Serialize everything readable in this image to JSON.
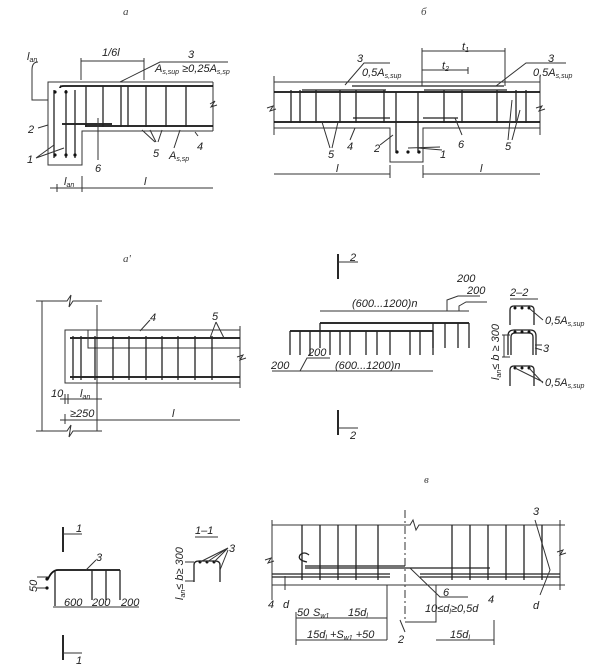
{
  "panels": {
    "a": {
      "title": "а",
      "l_an_top": {
        "main": "l",
        "sub": "an"
      },
      "l_an_bottom": {
        "main": "l",
        "sub": "an"
      },
      "one_sixth_l": "1/6l",
      "pos3": "3",
      "as_sup_note": {
        "a1": "A",
        "s1": "s,sup",
        "mid": " ≥0,25A",
        "s2": "s,sp"
      },
      "pos2": "2",
      "pos1": "1",
      "pos6": "6",
      "pos5": "5",
      "as_sp": {
        "main": "A",
        "sub": "s,sp"
      },
      "pos4": "4",
      "span_l": "l"
    },
    "b": {
      "title": "б",
      "t1": {
        "main": "t",
        "sub": "1"
      },
      "t2": {
        "main": "t",
        "sub": "2"
      },
      "pos3_left": "3",
      "pos3_right": "3",
      "half_as_left": {
        "main": "0,5A",
        "sub": "s,sup"
      },
      "half_as_right": {
        "main": "0,5A",
        "sub": "s,sup"
      },
      "pos5_left": "5",
      "pos5_right": "5",
      "pos4": "4",
      "pos2": "2",
      "pos1": "1",
      "pos6": "6",
      "span_left": "l",
      "span_right": "l"
    },
    "a_prime": {
      "title": "а'",
      "pos4": "4",
      "pos5": "5",
      "dim10": "10",
      "l_an": {
        "main": "l",
        "sub": "an"
      },
      "dim250": "≥250",
      "span_l": "l"
    },
    "section2": {
      "marker_top": "2",
      "marker_bottom": "2",
      "dim_top": "(600...1200)n",
      "dim_200_a": "200",
      "dim_200_b": "200",
      "dim_200_c": "200",
      "dim_200_d": "200",
      "dim_bottom": "(600...1200)n",
      "section_title": "2–2",
      "half_as_top": {
        "main": "0,5A",
        "sub": "s,sup"
      },
      "pos3": "3",
      "half_as_bottom": {
        "main": "0,5A",
        "sub": "s,sup"
      },
      "height_note": {
        "main": "l",
        "sub": "an",
        "rest": "≤ b ≥ 300"
      }
    },
    "section1": {
      "marker_top": "1",
      "marker_bottom": "1",
      "pos3": "3",
      "dim50": "50",
      "dim600": "600",
      "dim200_a": "200",
      "dim200_b": "200",
      "section_title": "1–1",
      "pos3_section": "3",
      "height_note": {
        "main": "l",
        "sub": "an",
        "rest": "≤ b≥ 300"
      }
    },
    "v": {
      "title": "в",
      "pos3": "3",
      "pos4_left": "4",
      "d_left": "d",
      "pos6": "6",
      "dia_note": {
        "a": "10≤d",
        "s": "l",
        "b": "≥0,5d"
      },
      "pos4_right": "4",
      "d_right": "d",
      "dim50": "50",
      "sw1": {
        "main": "S",
        "sub": "w1"
      },
      "dim15d_top": {
        "main": "15d",
        "sub": "l"
      },
      "dim_sum": {
        "main": "15d",
        "sub": "l",
        "s2main": " +S",
        "s2sub": "w1",
        "rest": " +50"
      },
      "pos2": "2",
      "dim15d_right": {
        "main": "15d",
        "sub": "l"
      }
    }
  }
}
